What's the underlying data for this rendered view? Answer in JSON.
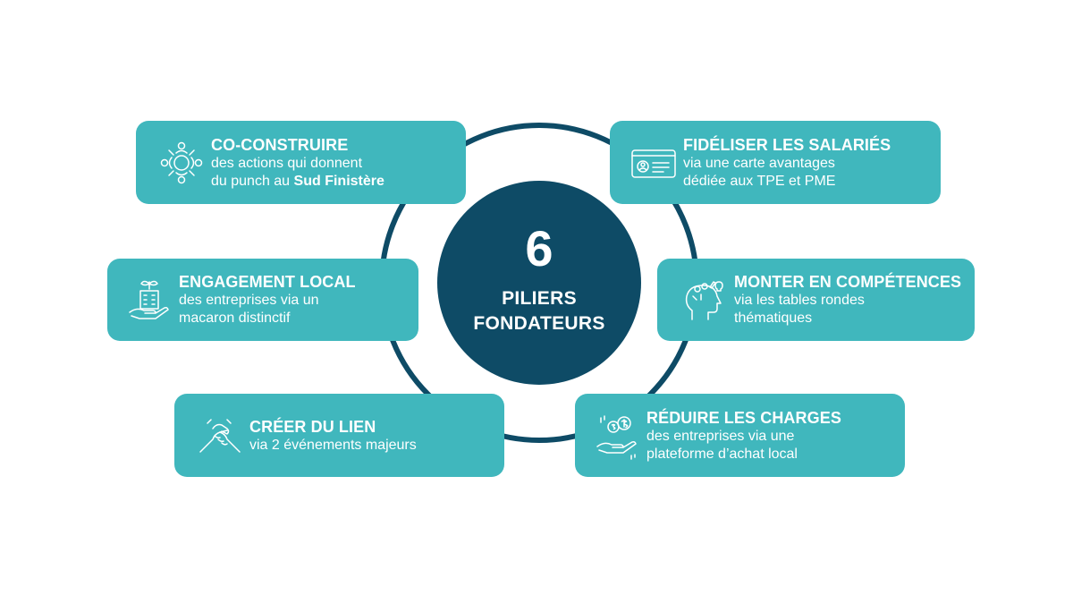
{
  "center": {
    "number": "6",
    "line1": "PILIERS",
    "line2": "FONDATEURS"
  },
  "colors": {
    "card": "#40b7bd",
    "center": "#0e4b66",
    "ring": "#0e4b66"
  },
  "pillars": [
    {
      "icon": "collaboration-people-icon",
      "title": "CO-CONSTRUIRE",
      "line1": "des actions qui donnent",
      "line2_pre": "du punch au ",
      "line2_bold": "Sud Finistère"
    },
    {
      "icon": "id-card-icon",
      "title": "FIDÉLISER LES SALARIÉS",
      "line1": "via une carte avantages",
      "line2": "dédiée aux TPE et PME"
    },
    {
      "icon": "hand-plant-building-icon",
      "title": "ENGAGEMENT LOCAL",
      "line1": "des entreprises via un",
      "line2": "macaron distinctif"
    },
    {
      "icon": "head-ideas-icon",
      "title": "MONTER EN COMPÉTENCES",
      "line1": "via les tables rondes",
      "line2": "thématiques"
    },
    {
      "icon": "handshake-icon",
      "title": "CRÉER DU LIEN",
      "line1": "via 2 événements majeurs"
    },
    {
      "icon": "hand-coins-icon",
      "title": "RÉDUIRE LES CHARGES",
      "line1": "des entreprises via une",
      "line2": "plateforme d’achat local"
    }
  ]
}
